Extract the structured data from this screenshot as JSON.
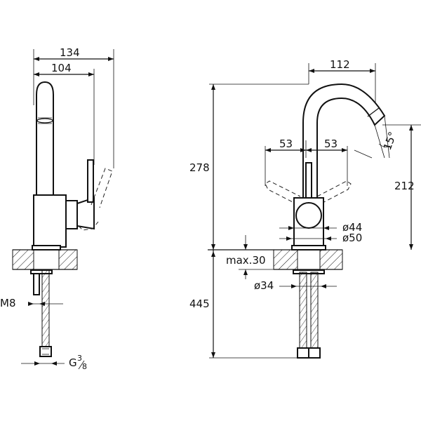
{
  "side_view": {
    "dim_overall_width": "134",
    "dim_spout_reach": "104",
    "thread_label": "M8",
    "connection_label_main": "G",
    "connection_label_num": "3",
    "connection_label_den": "8"
  },
  "front_view": {
    "dim_spout_width": "112",
    "dim_lever_left": "53",
    "dim_lever_right": "53",
    "dim_angle": "15°",
    "dim_total_height": "278",
    "dim_spout_height": "212",
    "dim_body_diameter": "ø44",
    "dim_base_diameter": "ø50",
    "dim_max_deck": "max.30",
    "dim_hole_diameter": "ø34",
    "dim_hose_length": "445"
  }
}
